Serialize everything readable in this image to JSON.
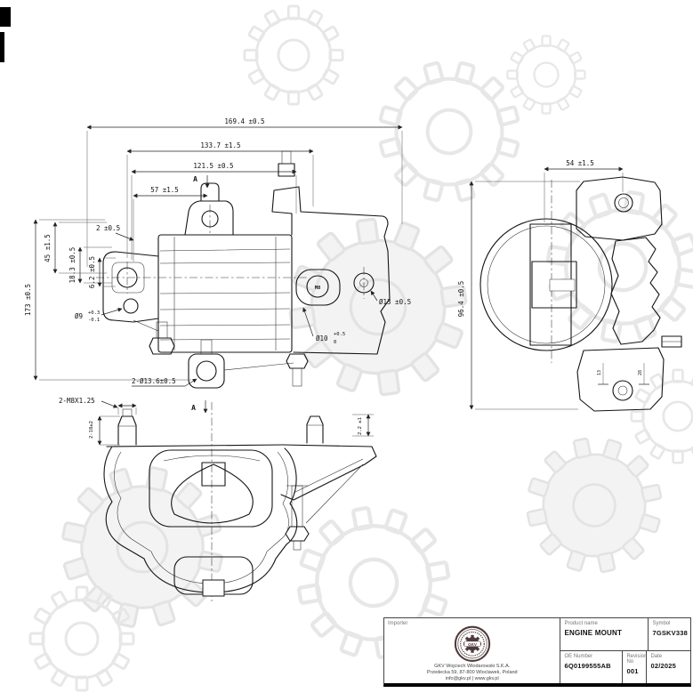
{
  "colors": {
    "line": "#1a1a1a",
    "dim": "#222222",
    "watermark": "#e8e8e8",
    "stamp": "#4f3a3a"
  },
  "drawing": {
    "front": {
      "dim_total_width": "169.4 ±0.5",
      "dim_width_133": "133.7 ±1.5",
      "dim_width_121": "121.5 ±0.5",
      "dim_width_57": "57 ±1.5",
      "dim_thickness_2": "2 ±0.5",
      "dim_height_173": "173 ±0.5",
      "dim_height_45": "45 ±1.5",
      "dim_height_183": "18.3 ±0.5",
      "dim_height_62": "6.2 ±0.5",
      "hole9_label": "Ø9",
      "hole9_tol_top": "+0.3",
      "hole9_tol_bot": "-0.1",
      "hole13_label": "Ø13 ±0.5",
      "hole10_label": "Ø10",
      "hole10_tol_top": "+0.5",
      "hole10_tol_bot": "0",
      "thread_mark": "M8",
      "section_label": "A"
    },
    "side": {
      "dim_width_54": "54 ±1.5",
      "dim_height_964": "96.4 ±0.5",
      "dim_13": "13",
      "dim_28": "28"
    },
    "bottom": {
      "dim_studs": "2-M8X1.25",
      "dim_stud_length": "2-18±2",
      "dim_holes": "2-Ø13.6±0.5",
      "dim_edge_22": "2.2 ±1",
      "section_label": "A"
    }
  },
  "title_block": {
    "importer_label": "Importer",
    "logo_text": "GKV",
    "company_lines": [
      "GKV Wojciech Wlodarowski S.K.A.",
      "Przedecka 59, 87-800 Wloclawek, Poland",
      "info@gkv.pl | www.gkv.pl"
    ],
    "product_name_label": "Product name",
    "product_name": "ENGINE MOUNT",
    "symbol_label": "Symbol",
    "symbol": "7GSKV338",
    "oe_number_label": "OE Number",
    "oe_number": "6Q0199555AB",
    "revision_label": "Revision No",
    "revision": "001",
    "date_label": "Date",
    "date": "02/2025"
  }
}
